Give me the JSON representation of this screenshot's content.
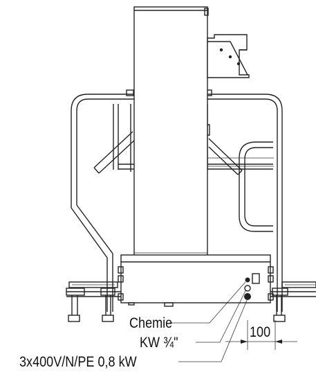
{
  "labels": {
    "chemie": "Chemie",
    "kw": "KW ¾\"",
    "power": "3x400V/N/PE 0,8 kW"
  },
  "dimension": {
    "value": "100"
  }
}
